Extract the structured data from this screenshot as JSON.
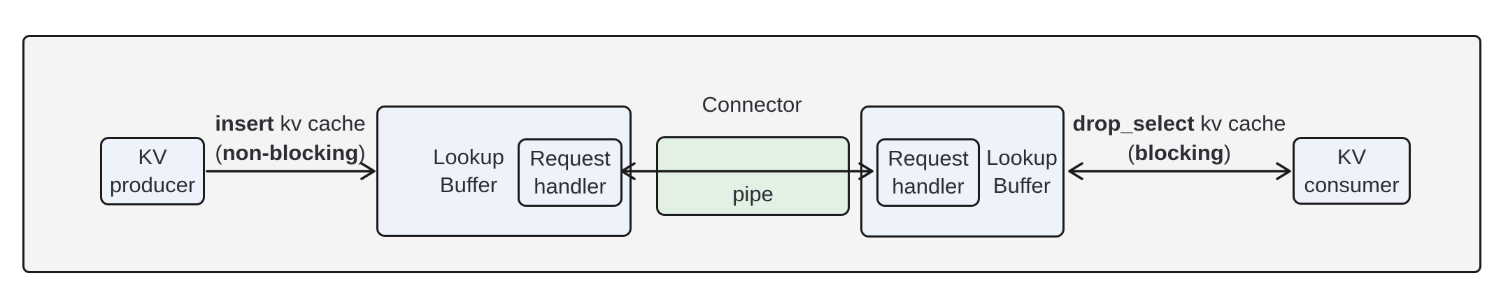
{
  "connector": {
    "title": "Connector"
  },
  "nodes": {
    "kv_producer": {
      "line1": "KV",
      "line2": "producer"
    },
    "lookup_buffer_left": {
      "line1": "Lookup",
      "line2": "Buffer"
    },
    "request_handler_left": {
      "line1": "Request",
      "line2": "handler"
    },
    "pipe": {
      "label": "pipe"
    },
    "request_handler_right": {
      "line1": "Request",
      "line2": "handler"
    },
    "lookup_buffer_right": {
      "line1": "Lookup",
      "line2": "Buffer"
    },
    "kv_consumer": {
      "line1": "KV",
      "line2": "consumer"
    }
  },
  "edges": {
    "producer_to_buffer": {
      "verb": "insert",
      "rest": " kv cache",
      "paren_open": "(",
      "mode": "non-blocking",
      "paren_close": ")"
    },
    "buffer_to_consumer": {
      "verb": "drop_select",
      "rest": " kv cache",
      "paren_open": "(",
      "mode": "blocking",
      "paren_close": ")"
    }
  },
  "colors": {
    "node-fill": "#eef2fb",
    "pipe-fill": "#e2f1e4",
    "container-fill": "#f4f4f4",
    "stroke": "#1c1c1c",
    "text": "#2d2d35"
  }
}
